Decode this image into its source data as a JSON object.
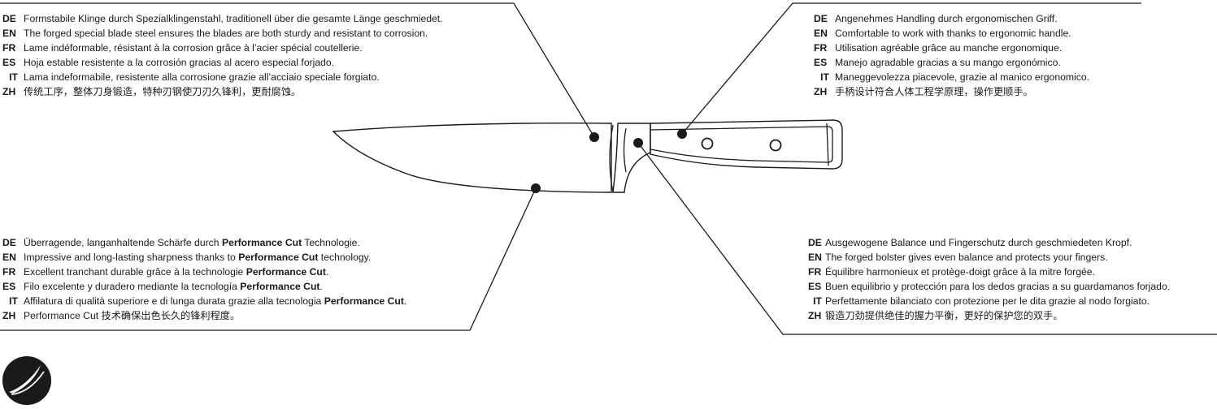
{
  "colors": {
    "line": "#1a1a1a",
    "text": "#1a1a1a",
    "background": "#ffffff"
  },
  "blocks": {
    "blade": [
      {
        "code": "DE",
        "text": "Formstabile Klinge durch Spezialklingenstahl, traditionell über die gesamte Länge geschmiedet."
      },
      {
        "code": "EN",
        "text": "The forged special blade steel ensures the blades are both sturdy and resistant to corrosion."
      },
      {
        "code": "FR",
        "text": "Lame indéformable, résistant à la corrosion grâce à l’acier spécial coutellerie."
      },
      {
        "code": "ES",
        "text": "Hoja estable resistente a la corrosión gracias al acero especial forjado."
      },
      {
        "code": "IT",
        "text": "Lama indeformabile, resistente alla corrosione grazie all’acciaio speciale forgiato."
      },
      {
        "code": "ZH",
        "text": "传统工序，整体刀身锻造，特种刃钢使刀刃久锋利，更耐腐蚀。"
      }
    ],
    "handle": [
      {
        "code": "DE",
        "text": "Angenehmes Handling durch ergonomischen Griff."
      },
      {
        "code": "EN",
        "text": "Comfortable to work with thanks to ergonomic handle."
      },
      {
        "code": "FR",
        "text": "Utilisation agréable grâce au manche ergonomique."
      },
      {
        "code": "ES",
        "text": "Manejo agradable gracias a su mango ergonómico."
      },
      {
        "code": "IT",
        "text": "Maneggevolezza piacevole, grazie al manico ergonomico."
      },
      {
        "code": "ZH",
        "text": "手柄设计符合人体工程学原理，操作更顺手。"
      }
    ],
    "edge": [
      {
        "code": "DE",
        "pre": "Überragende, langanhaltende Schärfe durch ",
        "bold": "Performance Cut",
        "post": " Technologie."
      },
      {
        "code": "EN",
        "pre": "Impressive and long-lasting sharpness thanks to ",
        "bold": "Performance Cut",
        "post": " technology."
      },
      {
        "code": "FR",
        "pre": "Excellent tranchant durable grâce à la technologie ",
        "bold": "Performance Cut",
        "post": "."
      },
      {
        "code": "ES",
        "pre": "Filo excelente y duradero mediante la tecnología ",
        "bold": "Performance Cut",
        "post": "."
      },
      {
        "code": "IT",
        "pre": "Affilatura di qualità superiore e di lunga durata grazie alla tecnologia ",
        "bold": "Performance Cut",
        "post": "."
      },
      {
        "code": "ZH",
        "pre": "Performance Cut 技术确保出色长久的锋利程度。",
        "bold": "",
        "post": ""
      }
    ],
    "bolster": [
      {
        "code": "DE",
        "text": "Ausgewogene Balance und Fingerschutz durch geschmiedeten Kropf."
      },
      {
        "code": "EN",
        "text": "The forged bolster gives even balance and protects your fingers."
      },
      {
        "code": "FR",
        "text": "Équilibre harmonieux et protège-doigt grâce à la mitre forgée."
      },
      {
        "code": "ES",
        "text": "Buen equilibrio y protección para los dedos gracias a su guardamanos forjado."
      },
      {
        "code": "IT",
        "text": "Perfettamente bilanciato con protezione per le dita grazie al nodo forgiato."
      },
      {
        "code": "ZH",
        "text": "锻造刀劲提供绝佳的握力平衡，更好的保护您的双手。"
      }
    ]
  }
}
